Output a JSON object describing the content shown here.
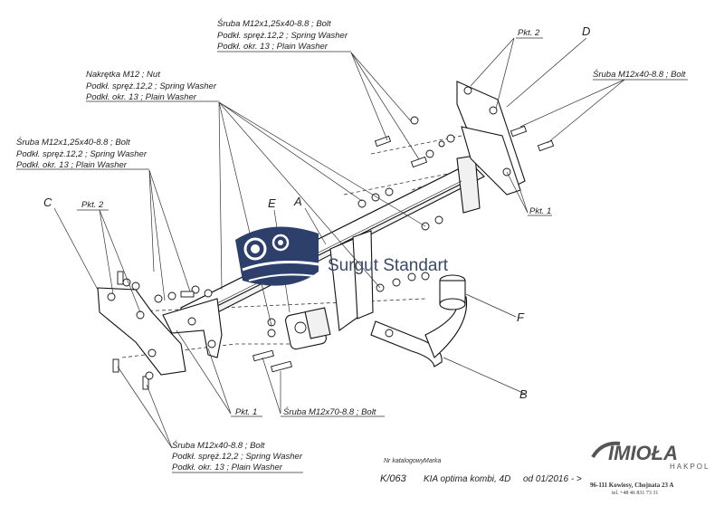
{
  "callouts": {
    "bolt_top": [
      "Śruba M12x1,25x40-8.8 ;  Bolt",
      "Podkł. spręż.12,2 ; Spring Washer",
      "Podkł. okr. 13 ; Plain Washer"
    ],
    "nut_group": [
      "Nakrętka  M12 ; Nut",
      "Podkł. spręż.12,2 ; Spring Washer",
      "Podkł. okr. 13 ; Plain Washer"
    ],
    "bolt_left": [
      "Śruba M12x1,25x40-8.8 ;  Bolt",
      "Podkł. spręż.12,2 ; Spring Washer",
      "Podkł. okr. 13 ; Plain Washer"
    ],
    "bolt_right": "Śruba M12x40-8.8 ;  Bolt",
    "bolt_bottom": [
      "Śruba M12x40-8.8 ;  Bolt",
      "Podkł. spręż.12,2 ; Spring Washer",
      "Podkł. okr. 13 ; Plain Washer"
    ],
    "bolt_middle": "Śruba M12x70-8.8 ;  Bolt",
    "pkt2_top": "Pkt. 2",
    "pkt2_left": "Pkt. 2",
    "pkt1_right": "Pkt. 1",
    "pkt1_bottom": "Pkt. 1"
  },
  "parts": {
    "A": "A",
    "B": "B",
    "C": "C",
    "D": "D",
    "E": "E",
    "F": "F"
  },
  "watermark": {
    "text": "Surgut Standart",
    "colors": {
      "dark": "#2d3f6b",
      "light": "#ffffff"
    }
  },
  "footer": {
    "catalog_label": "Nr katalogowy",
    "make_label": "Marka",
    "catalog_no": "K/063",
    "model": "KIA optima kombi, 4D",
    "years": "od 01/2016 - >"
  },
  "brand": {
    "name": "IMIOŁA",
    "sub": "HAKPOL",
    "address": "96-111 Kowiesy, Chojnata 23 A",
    "phone": "tel. +48 46 831 73 31",
    "color": "#555555"
  }
}
